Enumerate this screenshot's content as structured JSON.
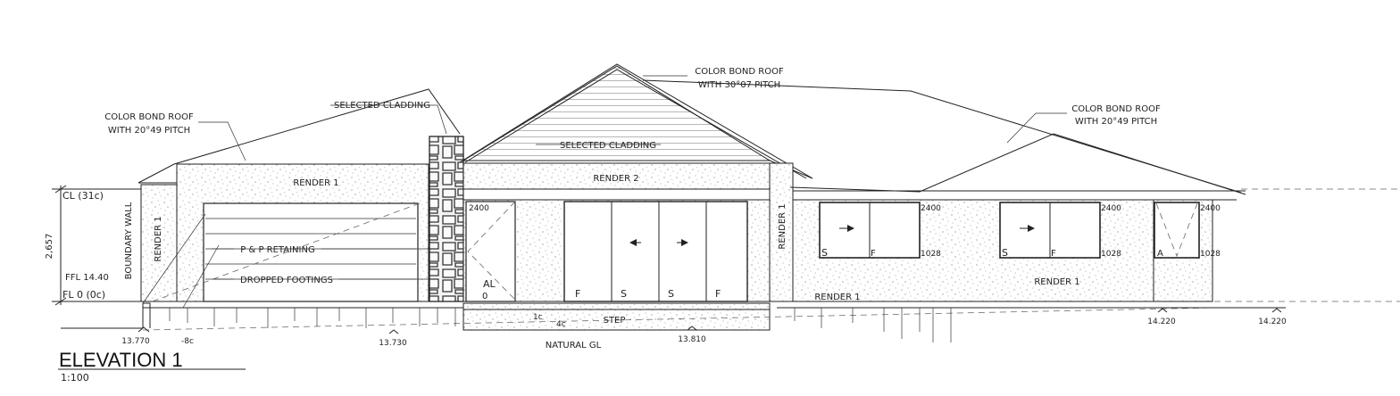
{
  "drawing": {
    "title": "ELEVATION 1",
    "scale": "1:100"
  },
  "roof_notes": {
    "left_line1": "COLOR BOND ROOF",
    "left_line2": "WITH 20°49 PITCH",
    "center_line1": "COLOR BOND ROOF",
    "center_line2": "WITH 30°07 PITCH",
    "right_line1": "COLOR BOND ROOF",
    "right_line2": "WITH 20°49 PITCH"
  },
  "cladding": {
    "top_label": "SELECTED CLADDING",
    "gable_label": "SELECTED CLADDING"
  },
  "render": {
    "garage": "RENDER 1",
    "center": "RENDER 2",
    "left_wall": "RENDER 1",
    "column": "RENDER 1",
    "right_low": "RENDER 1",
    "right_main": "RENDER 1"
  },
  "levels": {
    "cl": "CL  (31c)",
    "ffl": "FFL 14.40",
    "fl": "FL 0  (0c)",
    "height": "2,657",
    "boundary": "BOUNDARY WALL"
  },
  "footings": {
    "retaining": "P & P RETAINING",
    "dropped": "DROPPED FOOTINGS"
  },
  "windows": {
    "al": "AL",
    "al_zero": "0",
    "al_head": "2400",
    "slider": [
      "F",
      "S",
      "S",
      "F"
    ],
    "w1_head": "2400",
    "w1_sill": "1028",
    "w1_s": "S",
    "w1_f": "F",
    "w2_head": "2400",
    "w2_sill": "1028",
    "w2_s": "S",
    "w2_f": "F",
    "w3_head": "2400",
    "w3_sill": "1028",
    "w3_a": "A"
  },
  "ground": {
    "natural": "NATURAL GL",
    "step": "STEP",
    "c1": "1c",
    "c2": "4c",
    "lvl1": "13.770",
    "lvl1_c": "-8c",
    "lvl2": "13.730",
    "lvl3": "13.810",
    "lvl4": "14.220",
    "lvl5": "14.220"
  }
}
